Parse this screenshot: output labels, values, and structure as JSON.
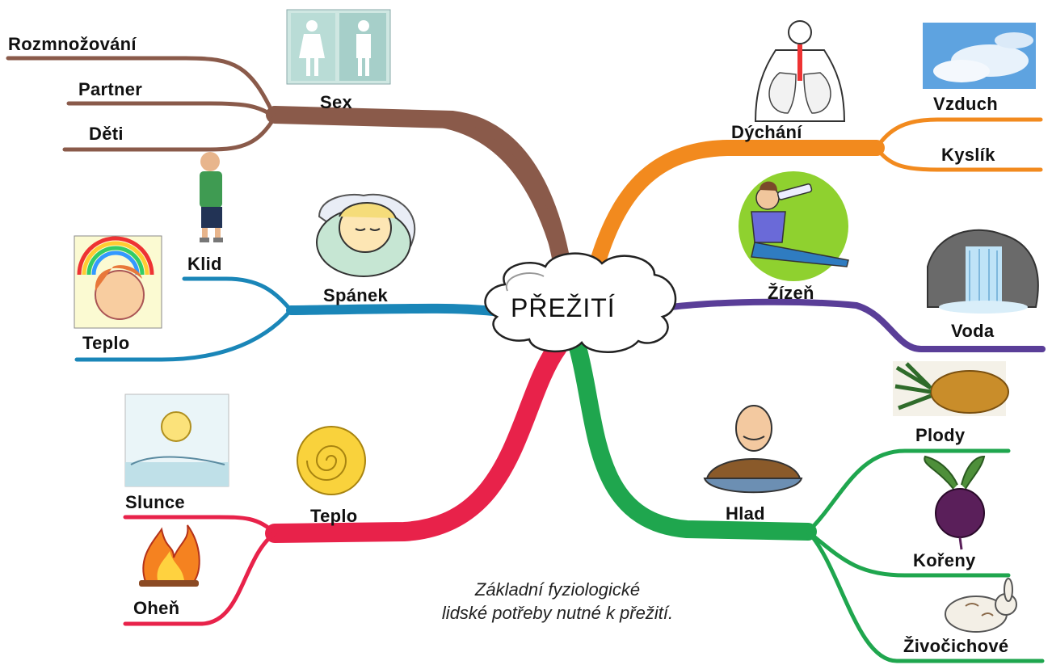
{
  "center": {
    "title": "PŘEŽITÍ"
  },
  "branches": {
    "sex": {
      "label": "Sex",
      "children": [
        "Rozmnožování",
        "Partner",
        "Děti"
      ],
      "color": "#8a5a4a"
    },
    "spanek": {
      "label": "Spánek",
      "children": [
        "Klid",
        "Teplo"
      ],
      "color": "#1a86b8"
    },
    "teplo": {
      "label": "Teplo",
      "children": [
        "Slunce",
        "Oheň"
      ],
      "color": "#e8224a"
    },
    "dychani": {
      "label": "Dýchání",
      "children": [
        "Vzduch",
        "Kyslík"
      ],
      "color": "#f28a1e"
    },
    "zizen": {
      "label": "Žízeň",
      "children": [
        "Voda"
      ],
      "color": "#5a3e98"
    },
    "hlad": {
      "label": "Hlad",
      "children": [
        "Plody",
        "Kořeny",
        "Živočichové"
      ],
      "color": "#1fa64e"
    }
  },
  "caption": [
    "Základní fyziologické",
    "lidské potřeby nutné k přežití."
  ]
}
